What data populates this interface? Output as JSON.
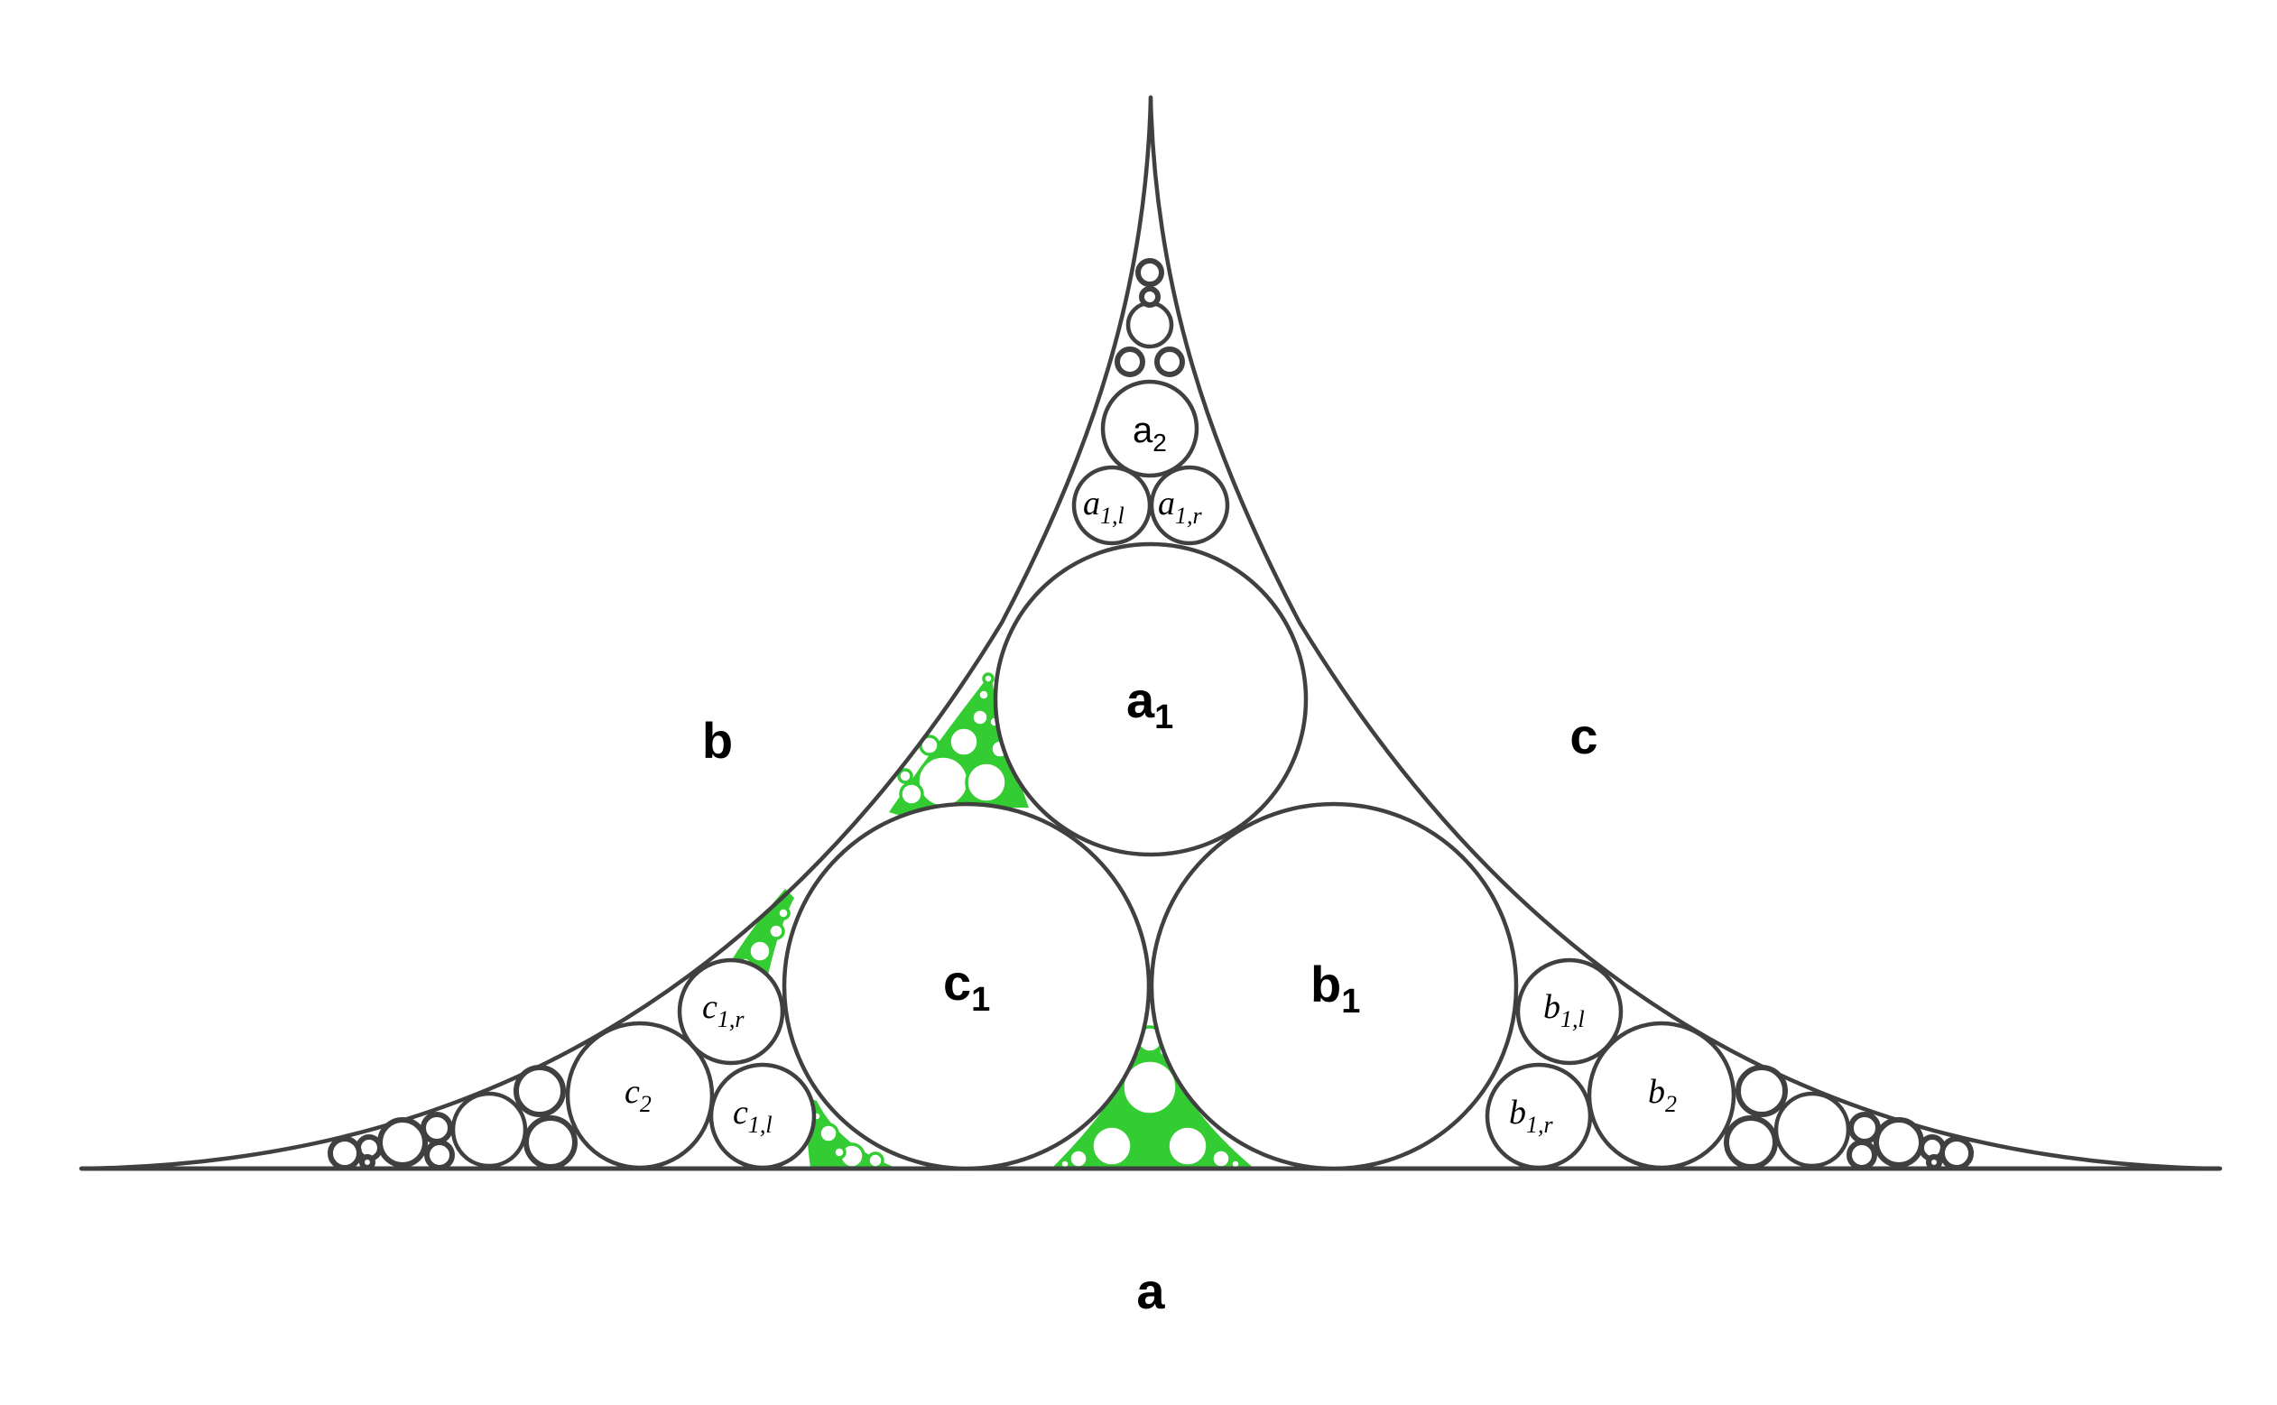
{
  "diagram": {
    "region_labels": {
      "a": "a",
      "b": "b",
      "c": "c"
    },
    "circle_labels": {
      "a1": {
        "base": "a",
        "sub": "1"
      },
      "b1": {
        "base": "b",
        "sub": "1"
      },
      "c1": {
        "base": "c",
        "sub": "1"
      },
      "a2": {
        "base": "a",
        "sub": "2"
      },
      "a1l": {
        "base": "a",
        "sub": "1,l"
      },
      "a1r": {
        "base": "a",
        "sub": "1,r"
      },
      "b1l": {
        "base": "b",
        "sub": "1,l"
      },
      "b1r": {
        "base": "b",
        "sub": "1,r"
      },
      "b2": {
        "base": "b",
        "sub": "2"
      },
      "c1l": {
        "base": "c",
        "sub": "1,l"
      },
      "c1r": {
        "base": "c",
        "sub": "1,r"
      },
      "c2": {
        "base": "c",
        "sub": "2"
      }
    },
    "colors": {
      "stroke": "#404040",
      "highlight": "#33cc33",
      "background": "#ffffff"
    }
  }
}
